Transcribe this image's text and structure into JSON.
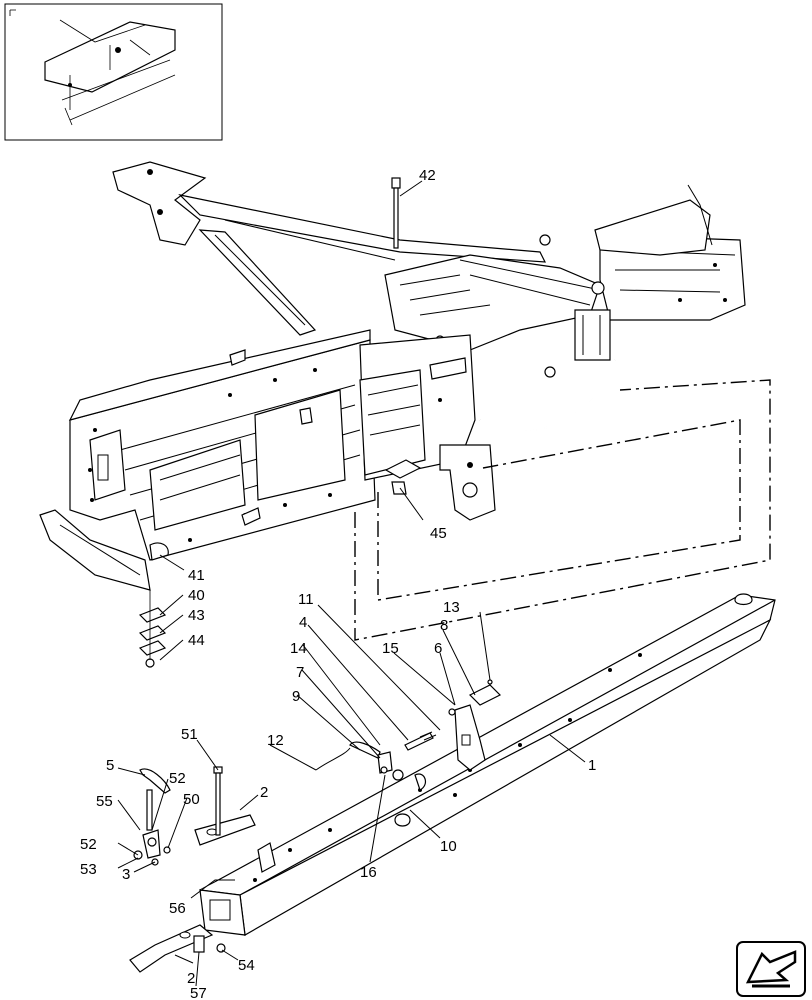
{
  "callouts": {
    "c42": "42",
    "c45": "45",
    "c41": "41",
    "c40": "40",
    "c43": "43",
    "c44": "44",
    "c13": "13",
    "c11": "11",
    "c8": "8",
    "c4": "4",
    "c15": "15",
    "c6": "6",
    "c14": "14",
    "c7": "7",
    "c9": "9",
    "c12": "12",
    "c1": "1",
    "c51": "51",
    "c5": "5",
    "c2a": "2",
    "c52a": "52",
    "c50": "50",
    "c55": "55",
    "c52b": "52",
    "c53": "53",
    "c10": "10",
    "c3": "3",
    "c16": "16",
    "c56": "56",
    "c54": "54",
    "c2b": "2",
    "c57": "57"
  },
  "icons": {
    "thumbnail": "locator-thumbnail",
    "nav": "next-page-arrow-icon"
  }
}
